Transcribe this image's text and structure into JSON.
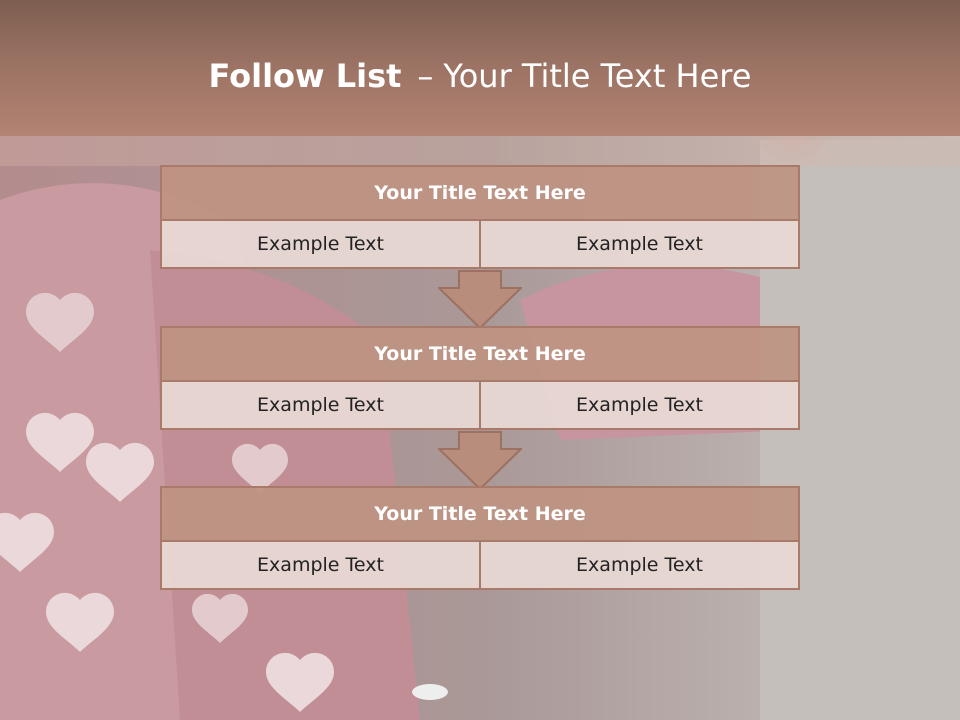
{
  "slide": {
    "title_bold": "Follow List",
    "title_dash": "–",
    "title_rest": "Your Title Text Here"
  },
  "blocks": [
    {
      "title": "Your Title Text Here",
      "left": "Example Text",
      "right": "Example Text"
    },
    {
      "title": "Your Title Text Here",
      "left": "Example Text",
      "right": "Example Text"
    },
    {
      "title": "Your Title Text Here",
      "left": "Example Text",
      "right": "Example Text"
    }
  ],
  "colors": {
    "header": "#9a7263",
    "block_title": "#be9382",
    "block_cell": "#e8d8d4",
    "border": "#a97a69",
    "arrow": "#b88d7c"
  }
}
